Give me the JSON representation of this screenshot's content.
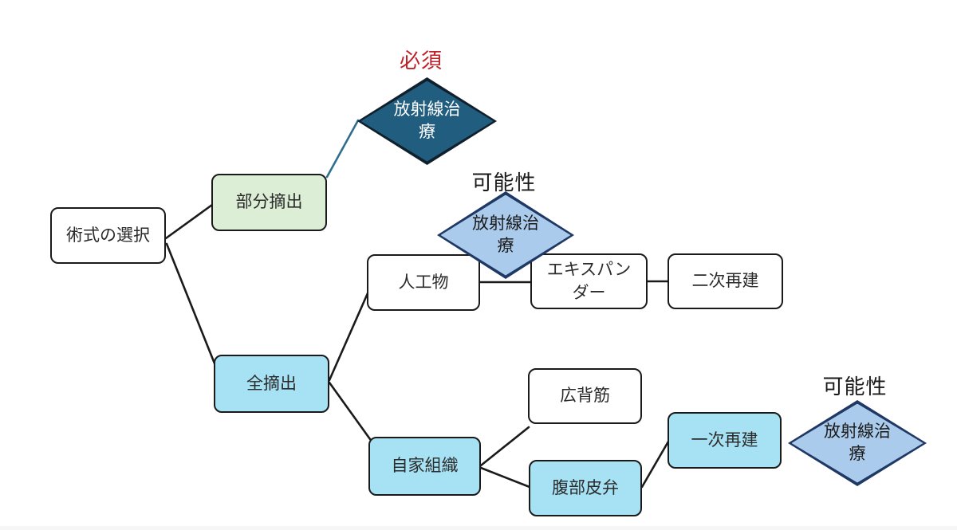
{
  "page": {
    "background": "#ffffff",
    "language": "ja",
    "description_colors": {
      "box_border": "#1a1a1a",
      "box_white": "#ffffff",
      "box_green": "#dceed6",
      "box_blue": "#a6e1f4",
      "diamond_dark_fill": "#215d7e",
      "diamond_light_fill": "#abcbec",
      "diamond_light_border": "#1f3864",
      "teal_connector": "#2e6e8e",
      "annotation_red": "#c02027"
    }
  },
  "diagram": {
    "nodes": [
      {
        "label": "術式の選択",
        "shape": "box",
        "variant": "white"
      },
      {
        "label": "部分摘出",
        "shape": "box",
        "variant": "green"
      },
      {
        "label": "放射線治療",
        "shape": "diamond",
        "variant": "dark-blue"
      },
      {
        "label": "人工物",
        "shape": "box",
        "variant": "white"
      },
      {
        "label": "放射線治療",
        "shape": "diamond",
        "variant": "light-blue"
      },
      {
        "label": "エキスパンダー",
        "shape": "box",
        "variant": "white"
      },
      {
        "label": "二次再建",
        "shape": "box",
        "variant": "white"
      },
      {
        "label": "全摘出",
        "shape": "box",
        "variant": "blue"
      },
      {
        "label": "広背筋",
        "shape": "box",
        "variant": "white"
      },
      {
        "label": "自家組織",
        "shape": "box",
        "variant": "blue"
      },
      {
        "label": "腹部皮弁",
        "shape": "box",
        "variant": "blue"
      },
      {
        "label": "一次再建",
        "shape": "box",
        "variant": "blue"
      },
      {
        "label": "放射線治療",
        "shape": "diamond",
        "variant": "light-blue"
      }
    ],
    "annotations": [
      {
        "text": "必須",
        "color": "#c02027",
        "attached_to": "放射線治療 (部分摘出)"
      },
      {
        "text": "可能性",
        "color": "#1a1a1a",
        "attached_to": "放射線治療 (人工物)"
      },
      {
        "text": "可能性",
        "color": "#1a1a1a",
        "attached_to": "放射線治療 (一次再建)"
      }
    ],
    "edges": [
      {
        "from": "術式の選択",
        "to": "部分摘出"
      },
      {
        "from": "術式の選択",
        "to": "全摘出"
      },
      {
        "from": "部分摘出",
        "to": "放射線治療(必須)",
        "color": "teal"
      },
      {
        "from": "全摘出",
        "to": "人工物"
      },
      {
        "from": "全摘出",
        "to": "自家組織"
      },
      {
        "from": "人工物",
        "to": "エキスパンダー"
      },
      {
        "from": "エキスパンダー",
        "to": "二次再建"
      },
      {
        "from": "自家組織",
        "to": "広背筋"
      },
      {
        "from": "自家組織",
        "to": "腹部皮弁"
      },
      {
        "from": "腹部皮弁",
        "to": "一次再建"
      }
    ]
  }
}
